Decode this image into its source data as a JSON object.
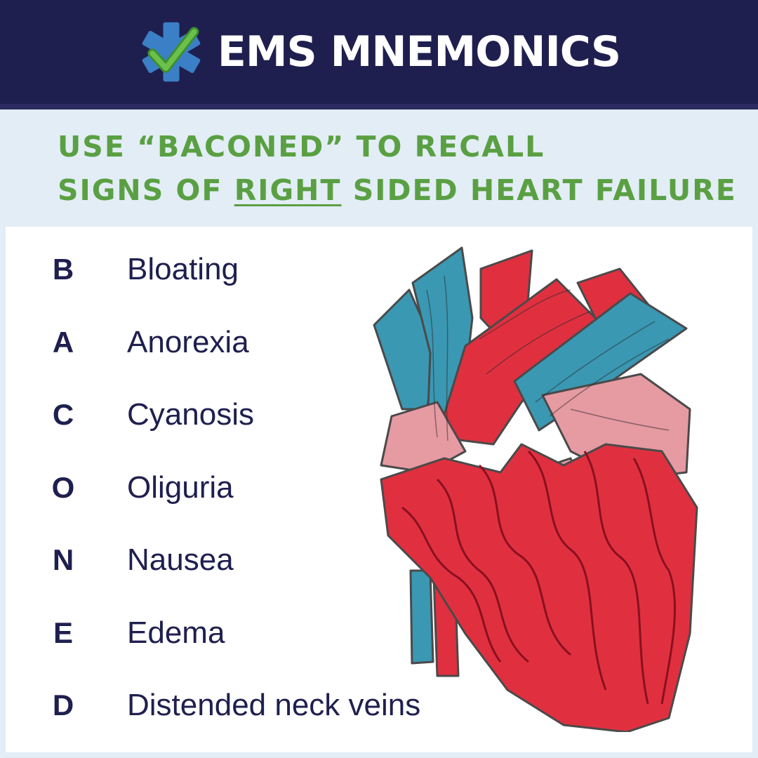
{
  "header": {
    "title": "EMS MNEMONICS",
    "logo_icon": "star-of-life-check-icon",
    "background": "#1f1f4f"
  },
  "subtitle": {
    "line1": "USE “BACONED” TO RECALL",
    "line2_prefix": "SIGNS OF ",
    "line2_underlined": "RIGHT",
    "line2_suffix": " SIDED HEART FAILURE",
    "color": "#5aa043"
  },
  "mnemonic": [
    {
      "letter": "B",
      "word": "Bloating"
    },
    {
      "letter": "A",
      "word": "Anorexia"
    },
    {
      "letter": "C",
      "word": "Cyanosis"
    },
    {
      "letter": "O",
      "word": "Oliguria"
    },
    {
      "letter": "N",
      "word": "Nausea"
    },
    {
      "letter": "E",
      "word": "Edema"
    },
    {
      "letter": "D",
      "word": "Distended neck veins"
    }
  ],
  "illustration": {
    "icon": "bacon-heart-illustration",
    "colors": {
      "red": "#e0303f",
      "dark_red": "#b01c2a",
      "blue": "#3a98b3",
      "pink": "#e69aa2"
    }
  }
}
